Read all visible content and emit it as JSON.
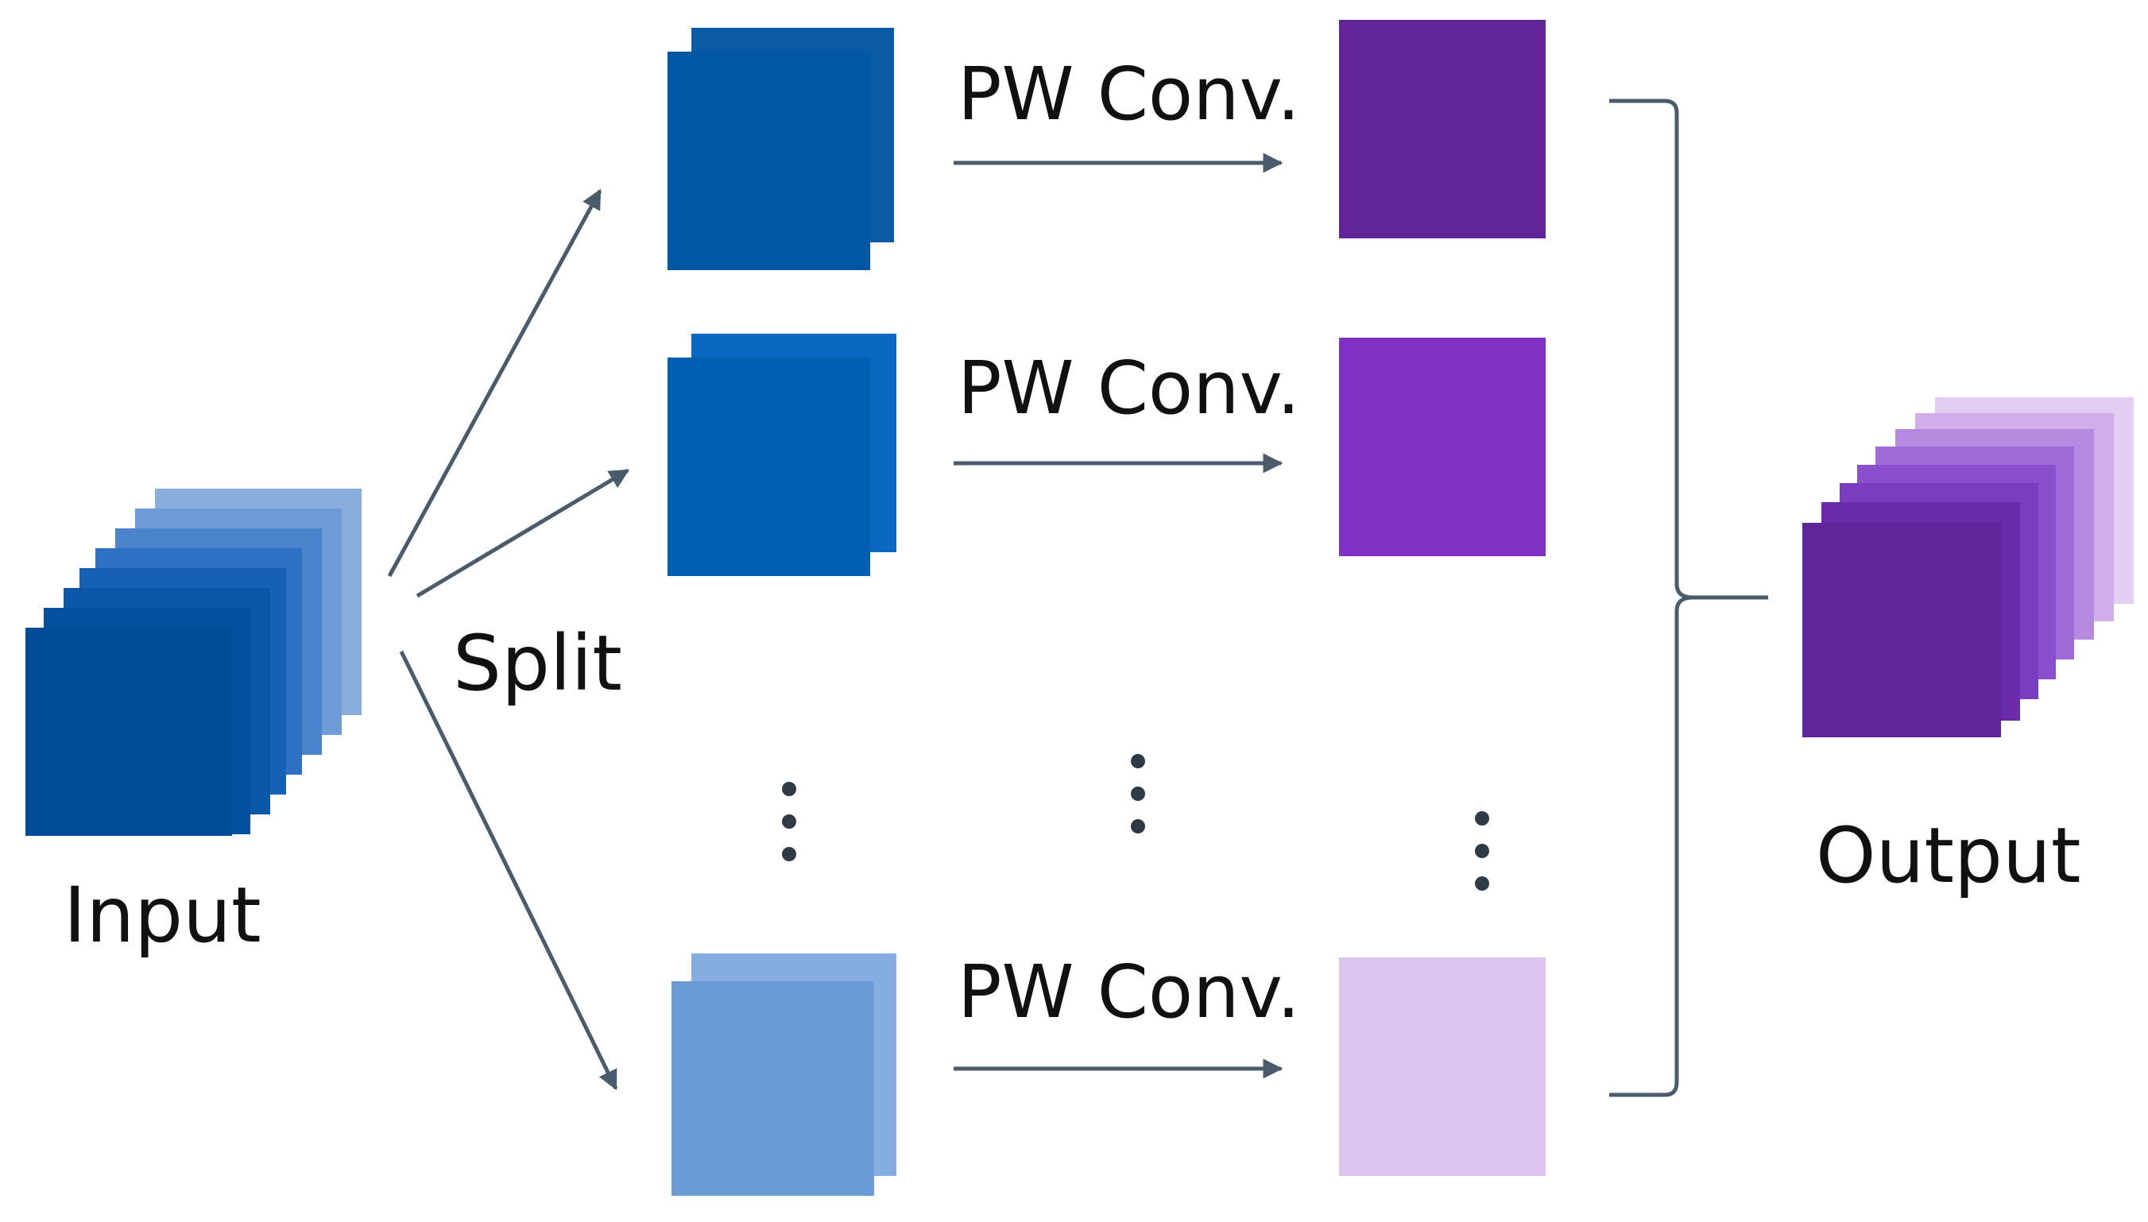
{
  "labels": {
    "input": "Input",
    "split": "Split",
    "output": "Output",
    "pw_conv_1": "PW Conv.",
    "pw_conv_2": "PW Conv.",
    "pw_conv_3": "PW Conv."
  },
  "colors": {
    "input_stack": [
      "#8aaedc",
      "#6f9bd6",
      "#4a84cc",
      "#2e70c2",
      "#1660b6",
      "#0b57a8",
      "#06519f",
      "#004c97"
    ],
    "split_blue_dark": "#0057a3",
    "split_blue_mid": "#005fb0",
    "split_blue_light": "#6b9cd6",
    "purple_dark": "#622599",
    "purple_mid": "#7f31c6",
    "purple_light": "#dcc6ef",
    "output_stack": [
      "#e2cdf3",
      "#cfaeea",
      "#b58ae0",
      "#9f6bd7",
      "#8a4fcc",
      "#7a3cc0",
      "#6a2ba8",
      "#602598"
    ],
    "arrow": "#4a5b6c"
  }
}
